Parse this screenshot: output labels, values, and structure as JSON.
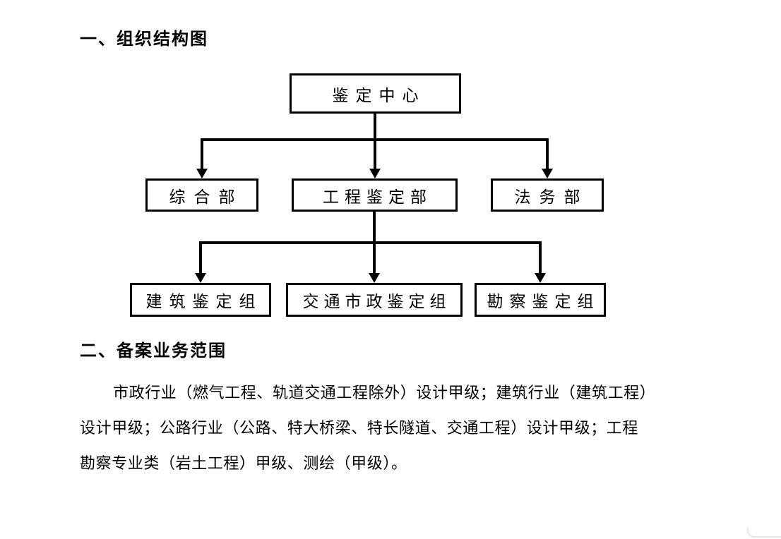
{
  "section_org": {
    "heading": "一、组织结构图"
  },
  "org_chart": {
    "type": "org-tree",
    "line_color": "#000000",
    "box_border_color": "#000000",
    "root": {
      "label": "鉴定中心",
      "children": [
        {
          "label": "综合部",
          "children": []
        },
        {
          "label": "工程鉴定部",
          "children": [
            {
              "label": "建筑鉴定组"
            },
            {
              "label": "交通市政鉴定组"
            },
            {
              "label": "勘察鉴定组"
            }
          ]
        },
        {
          "label": "法务部",
          "children": []
        }
      ]
    }
  },
  "section_scope": {
    "heading": "二、备案业务范围",
    "paragraph_lines": [
      "市政行业（燃气工程、轨道交通工程除外）设计甲级；建筑行业（建筑工程）",
      "设计甲级；公路行业（公路、特大桥梁、特长隧道、交通工程）设计甲级；工程",
      "勘察专业类（岩土工程）甲级、测绘（甲级）。"
    ]
  }
}
